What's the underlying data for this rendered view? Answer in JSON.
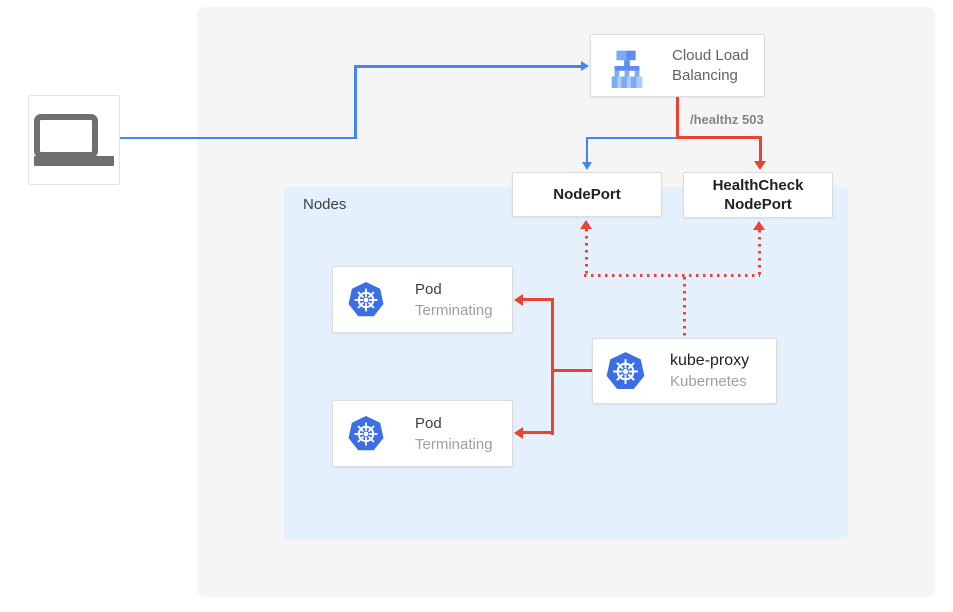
{
  "colors": {
    "blue": "#4285F4",
    "red": "#EA4335",
    "panel-bg": "#F5F5F5",
    "nodes-bg": "#E4F1FC",
    "box-border": "#DADCE0",
    "title-text": "#202124",
    "body-text": "#3C4043",
    "muted-text": "#80868B",
    "subtitle-text": "#9AA0A6",
    "laptop-gray": "#6F6F6F",
    "k8s-blue": "#3B6FE3"
  },
  "client": {
    "icon": "laptop-icon"
  },
  "cloud_lb": {
    "label": "Cloud Load Balancing",
    "icon": "cloud-load-balancing-icon"
  },
  "edge_labels": {
    "healthz": "/healthz 503"
  },
  "nodeport": {
    "label": "NodePort"
  },
  "healthcheck_nodeport": {
    "label": "HealthCheck NodePort"
  },
  "nodes_group": {
    "label": "Nodes"
  },
  "pods": [
    {
      "title": "Pod",
      "status": "Terminating",
      "icon": "kubernetes-icon"
    },
    {
      "title": "Pod",
      "status": "Terminating",
      "icon": "kubernetes-icon"
    }
  ],
  "kube_proxy": {
    "title": "kube-proxy",
    "subtitle": "Kubernetes",
    "icon": "kubernetes-icon"
  }
}
